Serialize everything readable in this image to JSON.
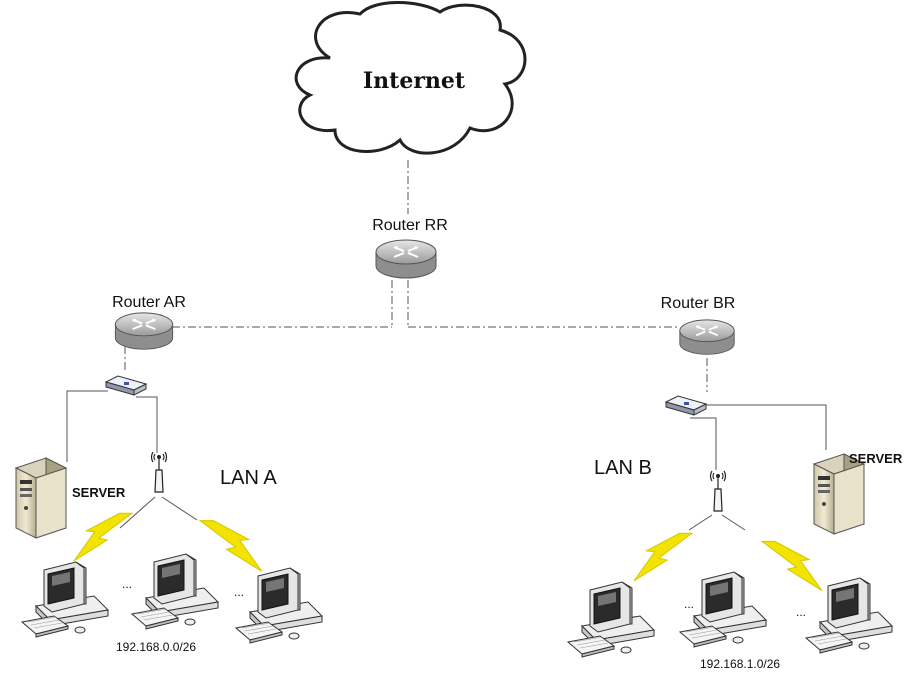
{
  "cloud": {
    "label": "Internet"
  },
  "routers": {
    "rr": {
      "label": "Router RR"
    },
    "ar": {
      "label": "Router AR"
    },
    "br": {
      "label": "Router BR"
    }
  },
  "lan_a": {
    "label": "LAN A",
    "server_label": "SERVER",
    "subnet": "192.168.0.0/26",
    "ellipsis_1": "...",
    "ellipsis_2": "..."
  },
  "lan_b": {
    "label": "LAN B",
    "server_label": "SERVER",
    "subnet": "192.168.1.0/26",
    "ellipsis_1": "...",
    "ellipsis_2": "..."
  },
  "colors": {
    "link_line": "#555555",
    "wireless_bolt": "#f2e400",
    "device_body": "#e9e9e9",
    "router_body": "#c9c9c9"
  }
}
